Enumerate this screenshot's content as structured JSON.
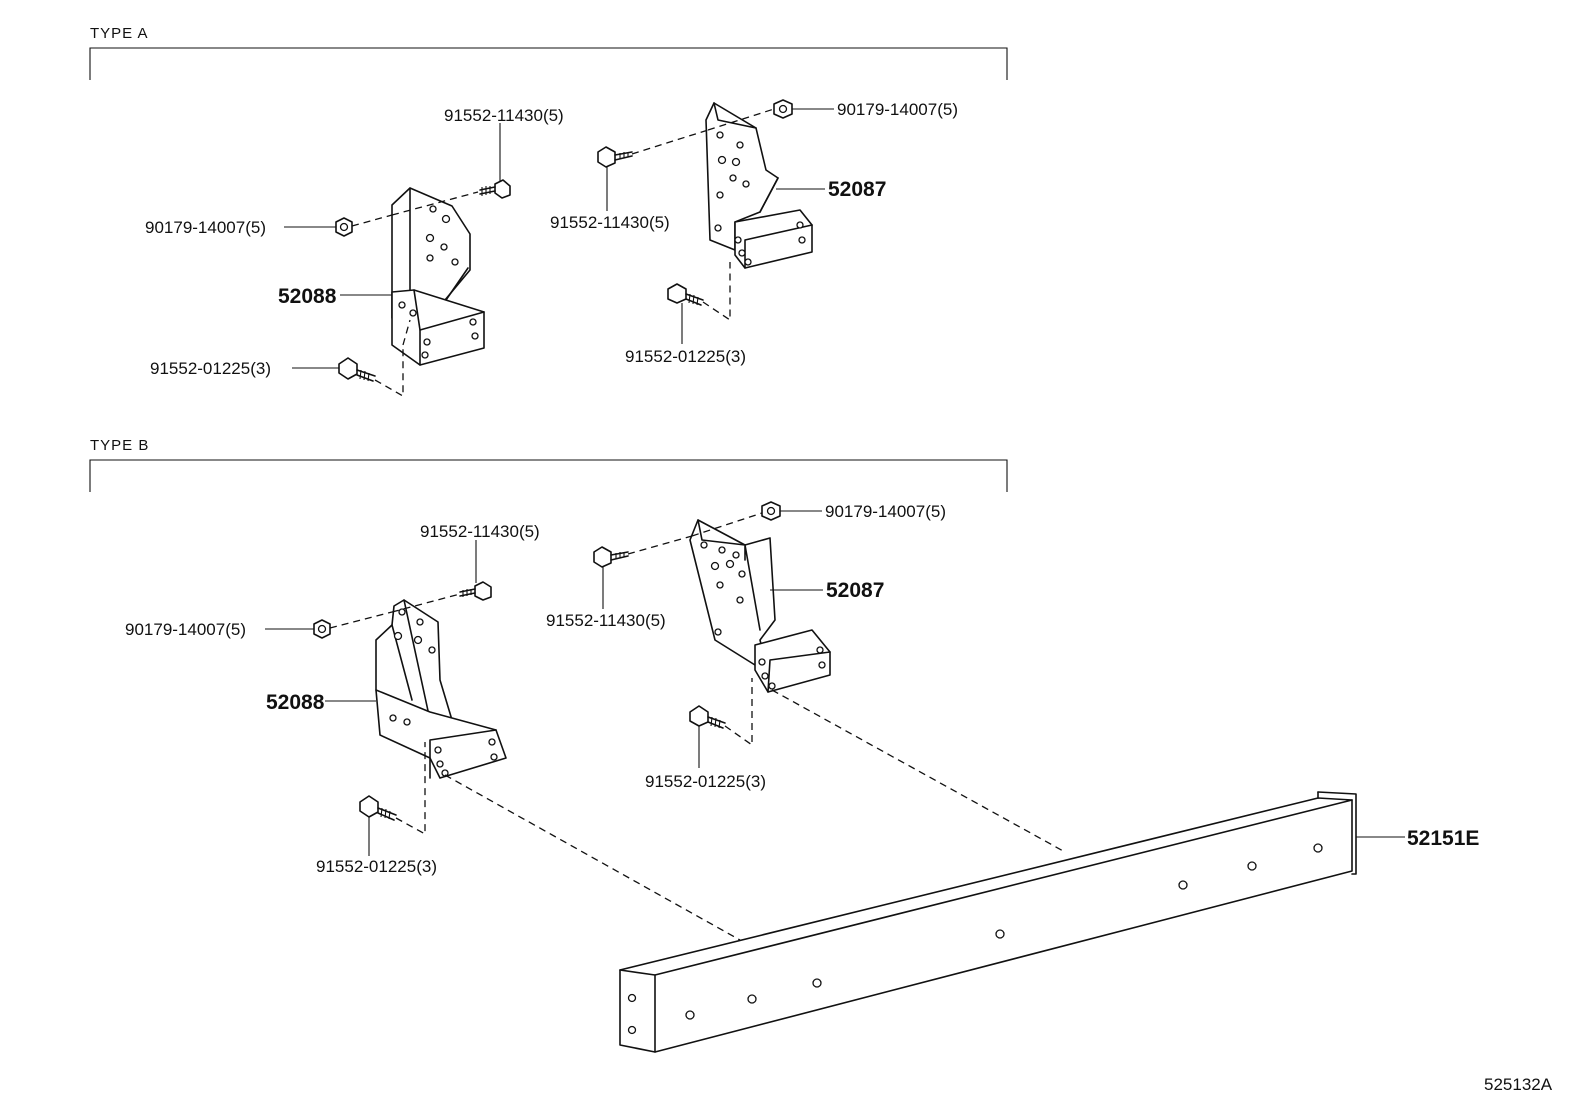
{
  "sections": [
    {
      "title": "TYPE A"
    },
    {
      "title": "TYPE B"
    }
  ],
  "labels": {
    "a_91552_11430_left": "91552-11430(5)",
    "a_90179_14007_left": "90179-14007(5)",
    "a_52088": "52088",
    "a_91552_01225_left": "91552-01225(3)",
    "a_90179_14007_right": "90179-14007(5)",
    "a_91552_11430_right": "91552-11430(5)",
    "a_52087": "52087",
    "a_91552_01225_right": "91552-01225(3)",
    "b_91552_11430_left": "91552-11430(5)",
    "b_90179_14007_left": "90179-14007(5)",
    "b_52088": "52088",
    "b_91552_01225_left": "91552-01225(3)",
    "b_90179_14007_right": "90179-14007(5)",
    "b_91552_11430_right": "91552-11430(5)",
    "b_52087": "52087",
    "b_91552_01225_right": "91552-01225(3)",
    "b_52151e": "52151E"
  },
  "figure_code": "525132A"
}
